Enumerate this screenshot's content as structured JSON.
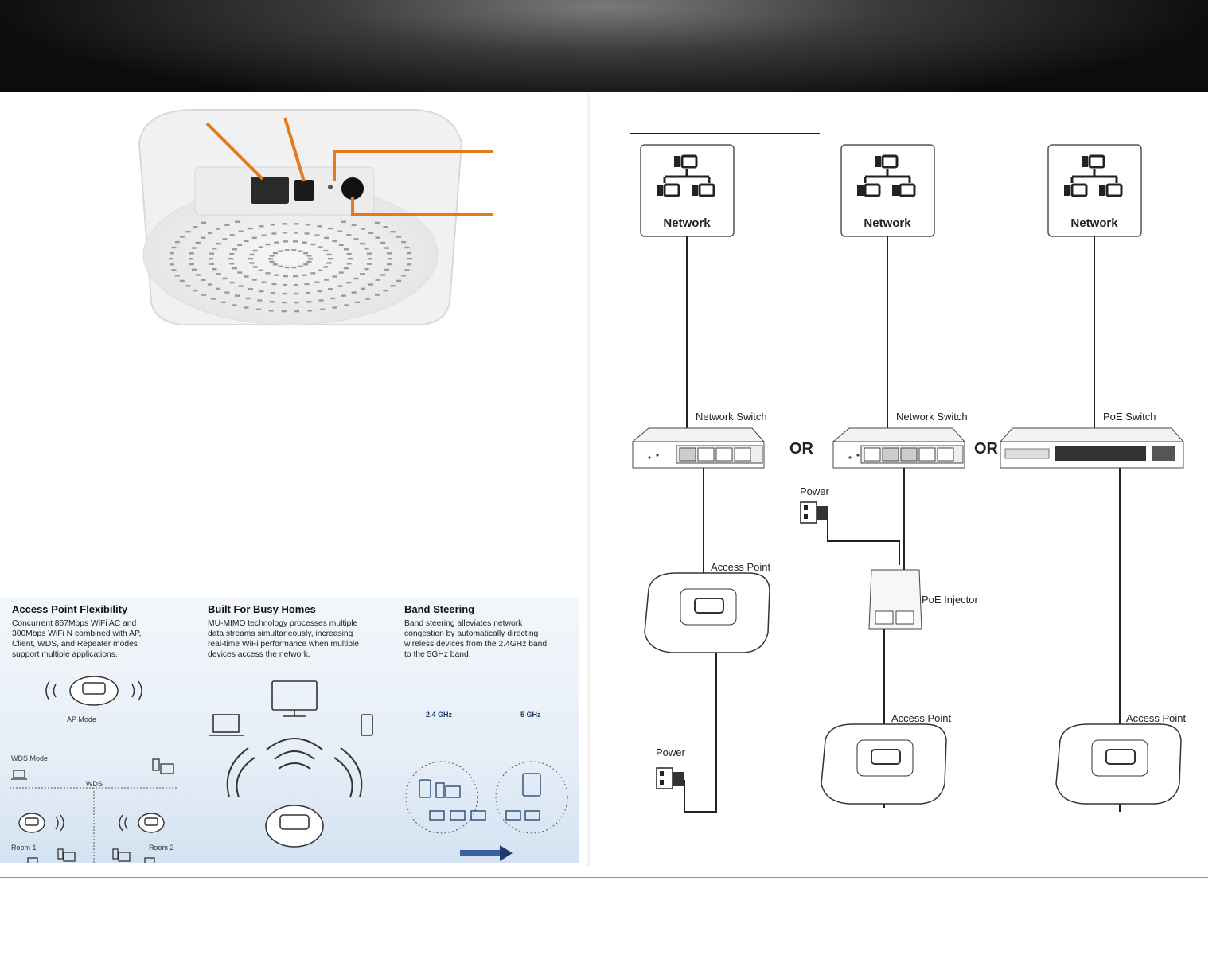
{
  "features": [
    {
      "title": "Access Point Flexibility",
      "lines": [
        "Concurrent 867Mbps WiFi AC and",
        "300Mbps WiFi N combined with AP,",
        "Client, WDS, and Repeater modes",
        "support multiple applications."
      ]
    },
    {
      "title": "Built For Busy Homes",
      "lines": [
        "MU-MIMO technology processes multiple",
        "data streams simultaneously, increasing",
        "real-time WiFi performance when multiple",
        "devices access the network."
      ]
    },
    {
      "title": "Band Steering",
      "lines": [
        "Band steering alleviates network",
        "congestion by automatically directing",
        "wireless devices from the 2.4GHz band",
        "to the 5GHz band."
      ]
    }
  ],
  "panel_labels": {
    "ap_mode": "AP Mode",
    "wds_mode": "WDS Mode",
    "wds": "WDS",
    "room1": "Room 1",
    "room2": "Room 2",
    "band_24": "2.4 GHz",
    "band_5": "5 GHz"
  },
  "diagram": {
    "network_label": "Network",
    "or_label": "OR",
    "power_label": "Power",
    "poe_injector_label": "PoE Injector",
    "columns": [
      {
        "switch_label": "Network Switch",
        "ap_label": "Access Point"
      },
      {
        "switch_label": "Network Switch",
        "ap_label": "Access Point"
      },
      {
        "switch_label": "PoE Switch",
        "ap_label": "Access Point"
      }
    ]
  },
  "colors": {
    "callout": "#e07b1f",
    "line": "#222222",
    "accent_blue": "#1d3c6a"
  }
}
